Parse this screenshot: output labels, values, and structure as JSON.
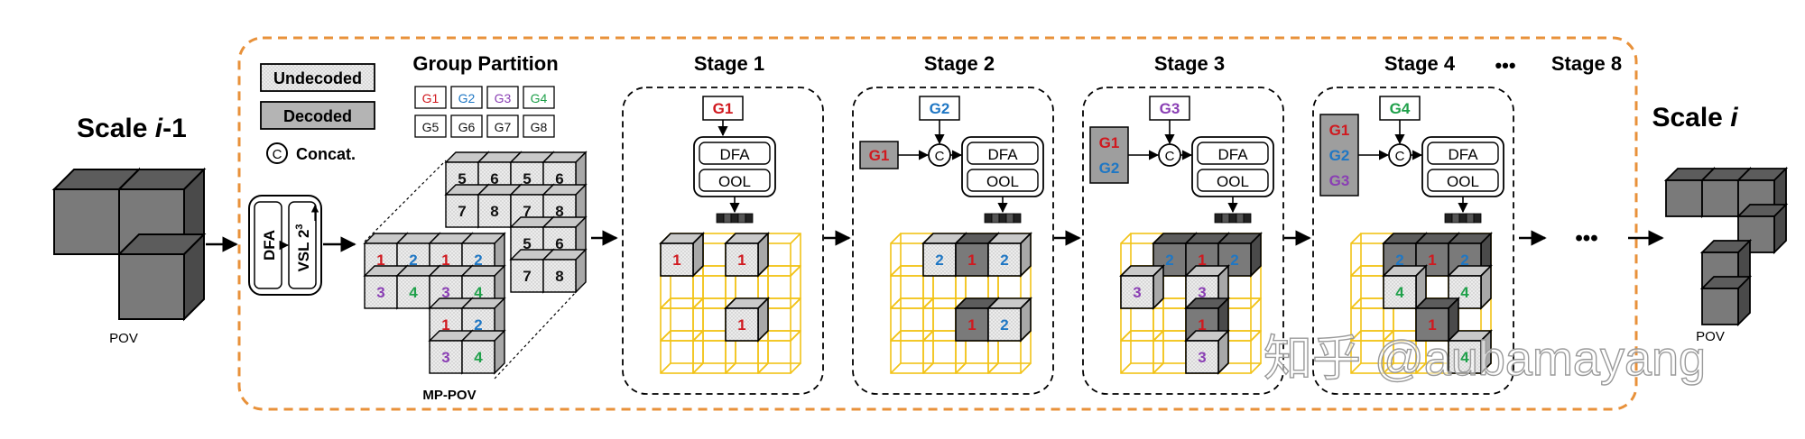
{
  "left": {
    "title_pre": "Scale ",
    "title_var": "i",
    "title_post": "-1",
    "caption": "POV"
  },
  "right": {
    "title_pre": "Scale ",
    "title_var": "i",
    "caption": "POV"
  },
  "legend": {
    "undecoded": "Undecoded",
    "decoded": "Decoded",
    "concat_symbol": "C",
    "concat": "Concat."
  },
  "module": {
    "dfa": "DFA",
    "vsl": "VSL 2",
    "vsl_sup": "3"
  },
  "partition": {
    "title": "Group Partition",
    "groups_row1": [
      "G1",
      "G2",
      "G3",
      "G4"
    ],
    "groups_row2": [
      "G5",
      "G6",
      "G7",
      "G8"
    ],
    "front_grid": [
      "1",
      "2",
      "1",
      "2",
      "3",
      "4",
      "3",
      "4",
      "1",
      "2",
      "3",
      "4"
    ],
    "back_grid": [
      "5",
      "6",
      "5",
      "6",
      "7",
      "8",
      "7",
      "8",
      "5",
      "6",
      "7",
      "8"
    ],
    "caption": "MP-POV"
  },
  "stages": [
    {
      "title": "Stage 1",
      "input": "G1"
    },
    {
      "title": "Stage 2",
      "input": "G2",
      "context": [
        "G1"
      ]
    },
    {
      "title": "Stage 3",
      "input": "G3",
      "context": [
        "G1",
        "G2"
      ]
    },
    {
      "title": "Stage 4",
      "input": "G4",
      "context": [
        "G1",
        "G2",
        "G3"
      ]
    }
  ],
  "stage_dots": "•••",
  "stage8": "Stage 8",
  "dots": "•••",
  "dfa_label": "DFA",
  "ool_label": "OOL",
  "cube_labels": {
    "s1": [
      "1",
      "1",
      "1"
    ],
    "s2": [
      "2",
      "1",
      "2",
      "1",
      "2"
    ],
    "s3": [
      "2",
      "1",
      "2",
      "3",
      "3",
      "1",
      "3"
    ],
    "s4": [
      "2",
      "1",
      "2",
      "4",
      "4",
      "1",
      "4"
    ]
  },
  "watermark": "知乎 @aubamayang",
  "colors": {
    "group1": "#d0191f",
    "group2": "#1f77c4",
    "group3": "#8a3fb4",
    "group4": "#1fa04a",
    "frame": "#e8913a",
    "yellow": "#f2c318",
    "cube_dark": "#6b6b6b"
  }
}
